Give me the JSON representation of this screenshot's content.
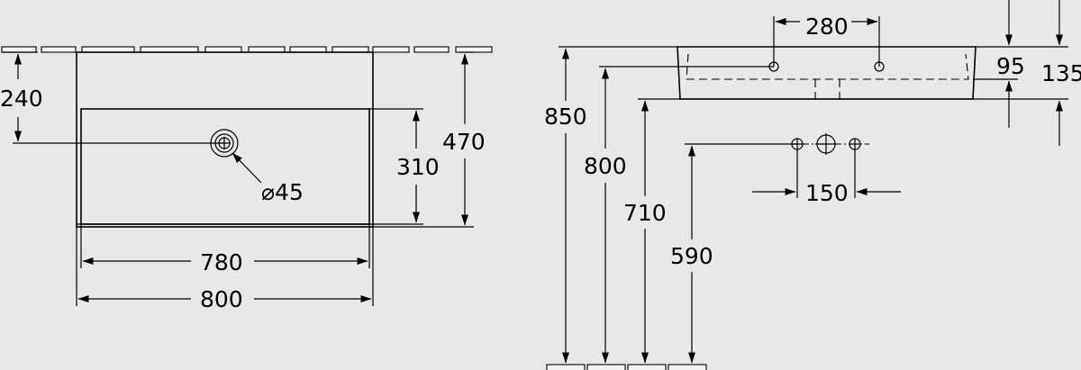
{
  "top_view": {
    "dims": {
      "wall_to_drain": "240",
      "bowl_depth": "310",
      "overall_depth": "470",
      "drain_diameter": "⌀45",
      "bowl_width": "780",
      "overall_width": "800"
    }
  },
  "side_view": {
    "dims": {
      "tap_hole_spacing": "280",
      "basin_height": "95",
      "front_height": "135",
      "top_edge_height": "850",
      "tap_hole_height": "800",
      "underside_height": "710",
      "connection_height": "590",
      "connection_spacing": "150"
    }
  }
}
